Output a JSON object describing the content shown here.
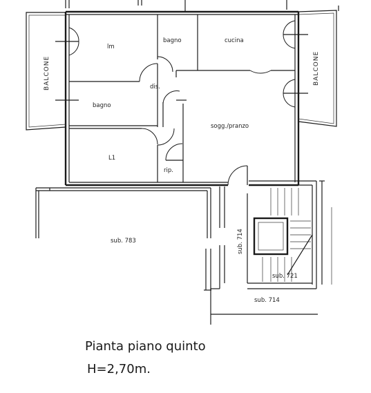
{
  "rooms": {
    "lm": "lm",
    "bagno_top": "bagno",
    "cucina": "cucina",
    "balcone_left": "BALCONE",
    "balcone_right": "BALCONE",
    "dis": "dis.",
    "bagno_left": "bagno",
    "soggiorno": "sogg./pranzo",
    "l1": "L1",
    "rip": "rip.",
    "sub_783": "sub. 783",
    "sub_714_vertical": "sub. 714",
    "sub_721": "sub. 721",
    "sub_714": "sub. 714"
  },
  "caption": {
    "title": "Pianta piano quinto",
    "height": "H=2,70m."
  }
}
